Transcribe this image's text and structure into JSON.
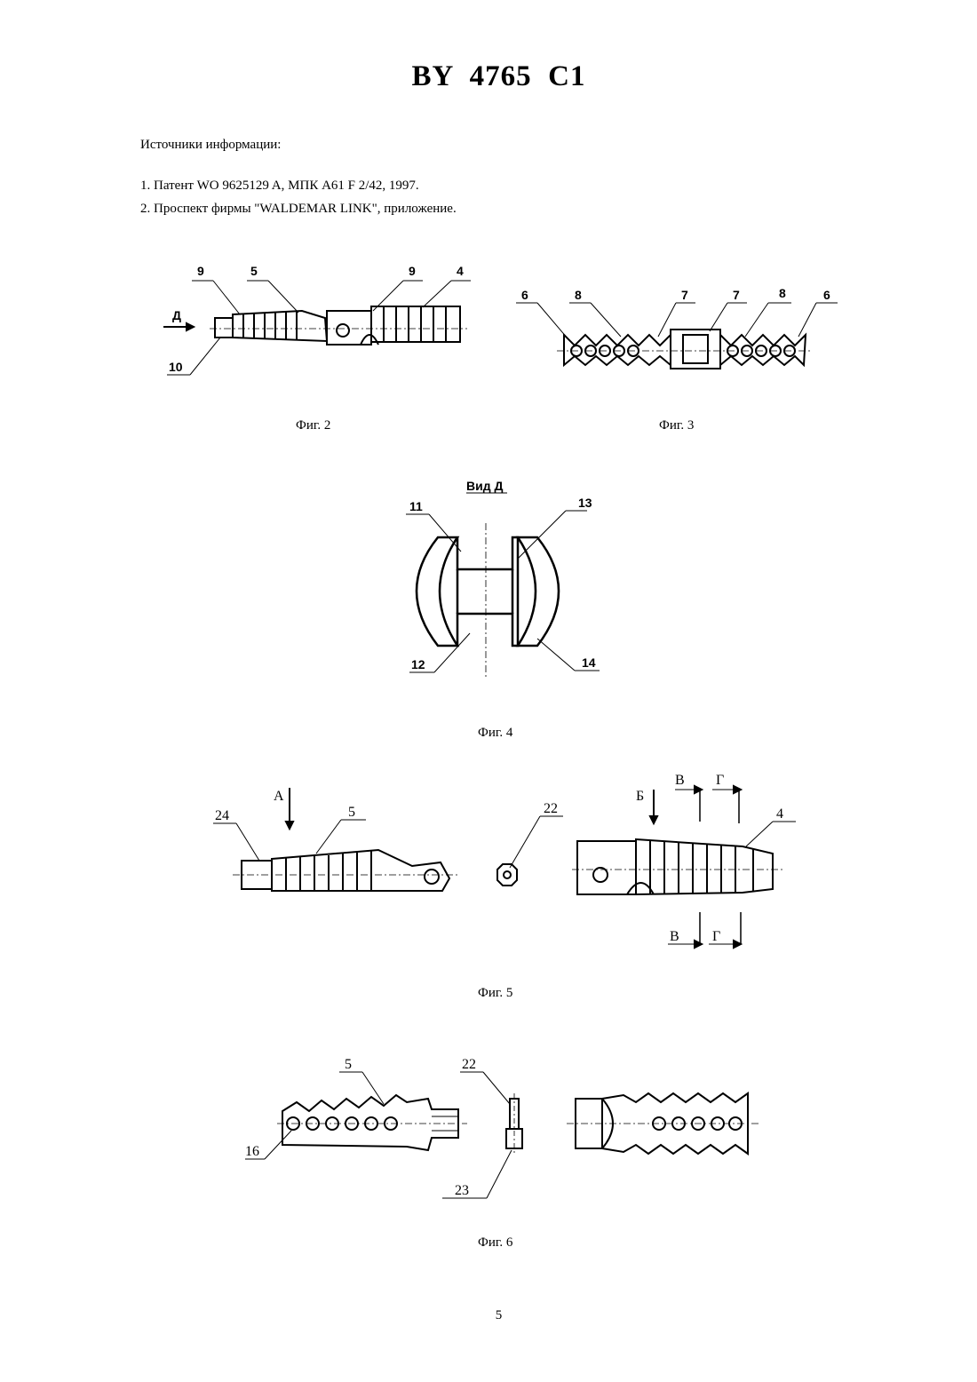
{
  "document": {
    "title": "BY  4765  C1",
    "page_number": "5"
  },
  "sources": {
    "heading": "Источники информации:",
    "items": [
      "1. Патент WO 9625129 A, МПК A61 F 2/42, 1997.",
      "2. Проспект фирмы \"WALDEMAR LINK\", приложение."
    ]
  },
  "figures": {
    "fig2": {
      "caption": "Фиг. 2",
      "arrow_label": "Д",
      "labels": [
        "9",
        "5",
        "9",
        "4",
        "10"
      ]
    },
    "fig3": {
      "caption": "Фиг. 3",
      "labels": [
        "6",
        "8",
        "7",
        "7",
        "8",
        "6"
      ]
    },
    "fig4": {
      "caption": "Фиг. 4",
      "view_title": "Вид Д",
      "labels": [
        "11",
        "13",
        "12",
        "14"
      ]
    },
    "fig5": {
      "caption": "Фиг. 5",
      "labels": [
        "24",
        "А",
        "5",
        "22",
        "Б",
        "В",
        "Г",
        "4",
        "В",
        "Г"
      ]
    },
    "fig6": {
      "caption": "Фиг. 6",
      "labels": [
        "5",
        "22",
        "16",
        "23"
      ]
    }
  }
}
